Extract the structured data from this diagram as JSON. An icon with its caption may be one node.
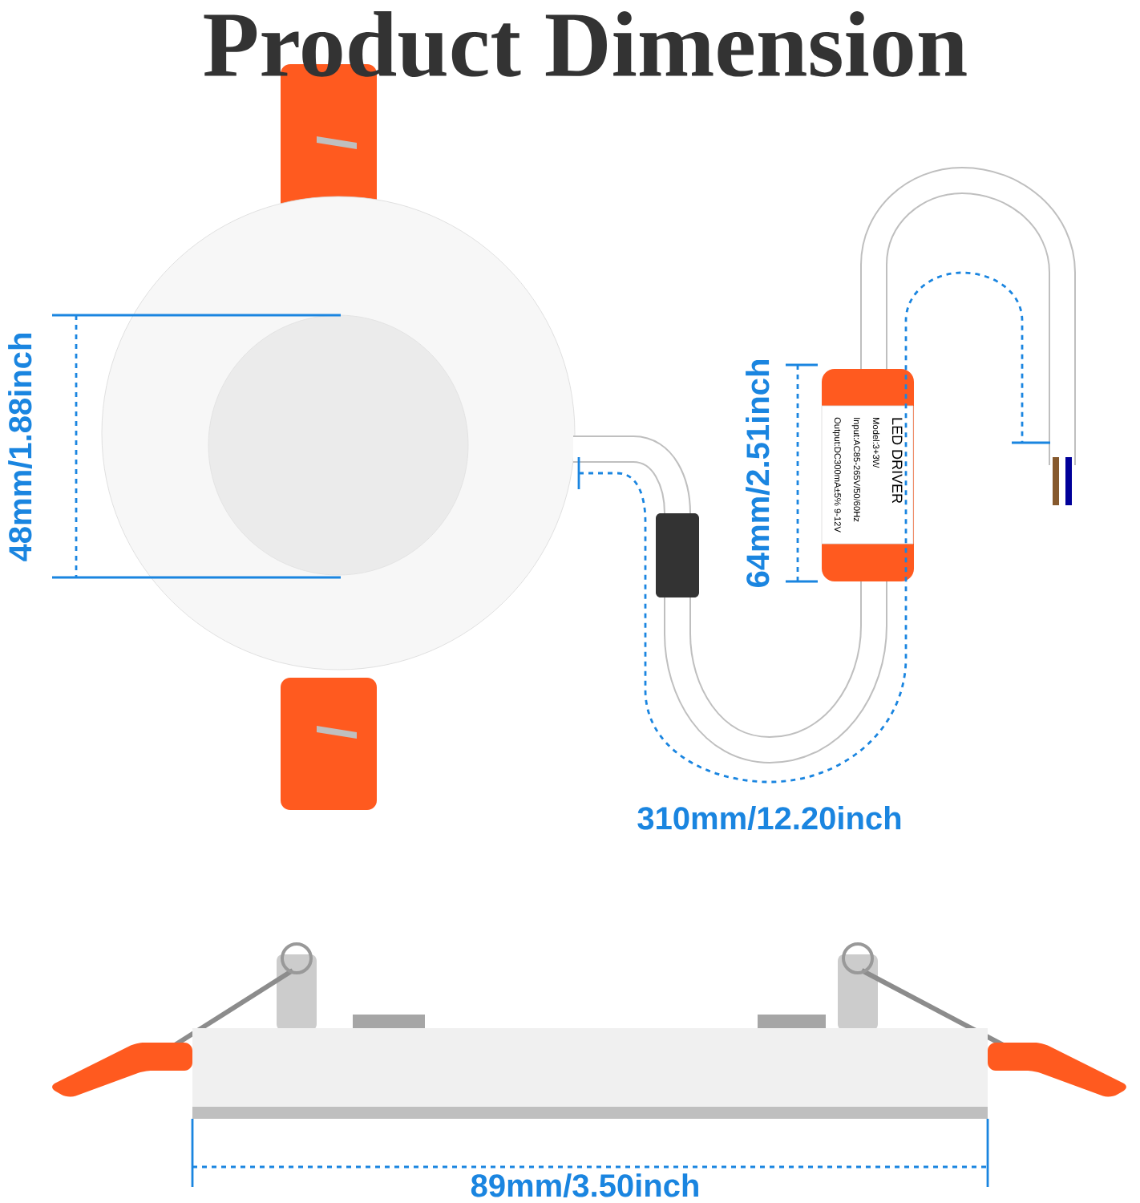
{
  "diagram": {
    "title": "Product Dimension",
    "nodes": [
      {
        "text": [
          "LED DRIVER",
          "Model:3+3W",
          "Input:AC85-265V/50/60Hz",
          "Output:DC300mA±5% 9-12V"
        ]
      }
    ],
    "labels": [
      "48mm/1.88inch",
      "64mm/2.51inch",
      "310mm/12.20inch",
      "89mm/3.50inch"
    ]
  }
}
